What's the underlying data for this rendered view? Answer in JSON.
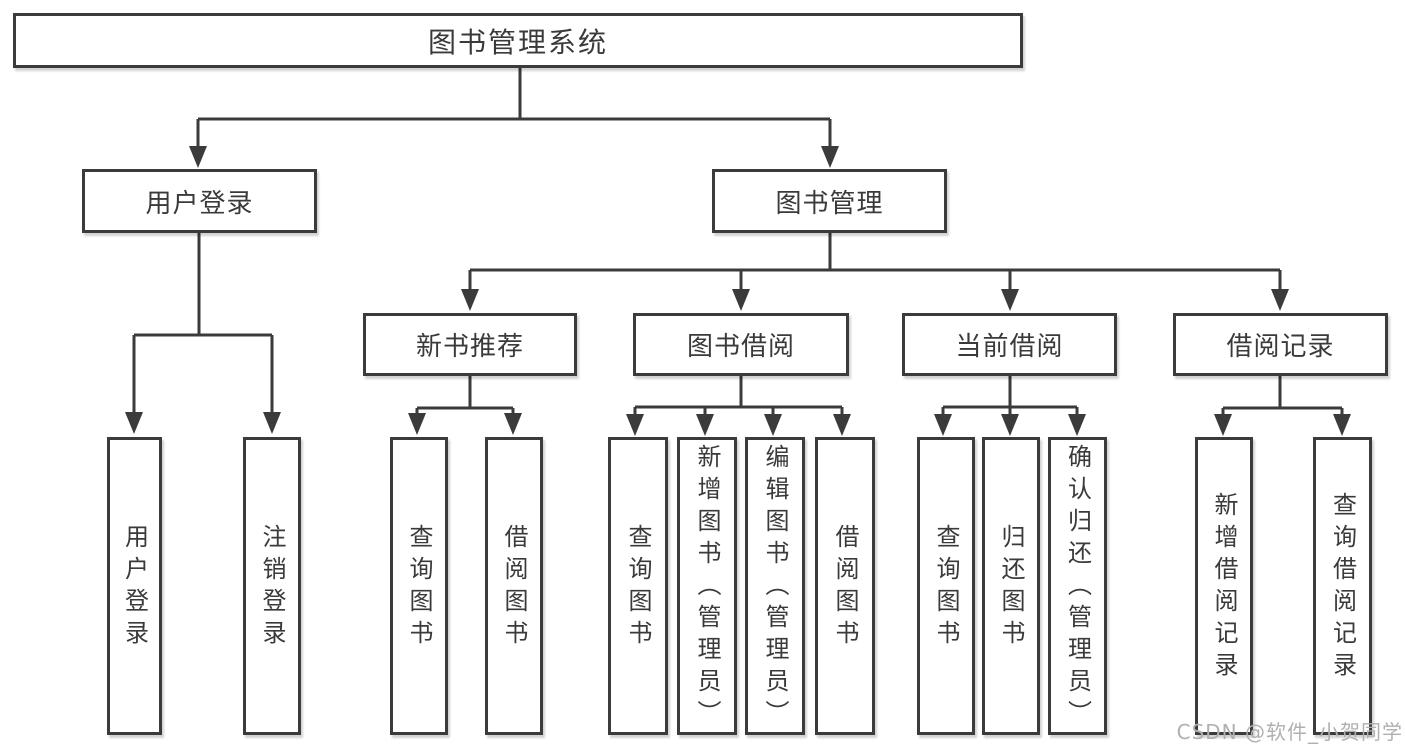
{
  "diagram": {
    "title": "图书管理系统",
    "level1": {
      "user_login": "用户登录",
      "book_management": "图书管理"
    },
    "level2": {
      "new_books": "新书推荐",
      "book_borrowing": "图书借阅",
      "current_borrowing": "当前借阅",
      "borrowing_records": "借阅记录"
    },
    "leaves": {
      "user_login": [
        "用户登录",
        "注销登录"
      ],
      "new_books": [
        "查询图书",
        "借阅图书"
      ],
      "book_borrowing": [
        "查询图书",
        "新增图书（管理员）",
        "编辑图书（管理员）",
        "借阅图书"
      ],
      "current_borrowing": [
        "查询图书",
        "归还图书",
        "确认归还（管理员）"
      ],
      "borrowing_records": [
        "新增借阅记录",
        "查询借阅记录"
      ]
    }
  },
  "watermark": "CSDN @软件_小贺同学",
  "colors": {
    "line": "#3b3b3b",
    "text": "#3a3a3a",
    "watermark": "#b0b0b0",
    "background": "#ffffff"
  }
}
